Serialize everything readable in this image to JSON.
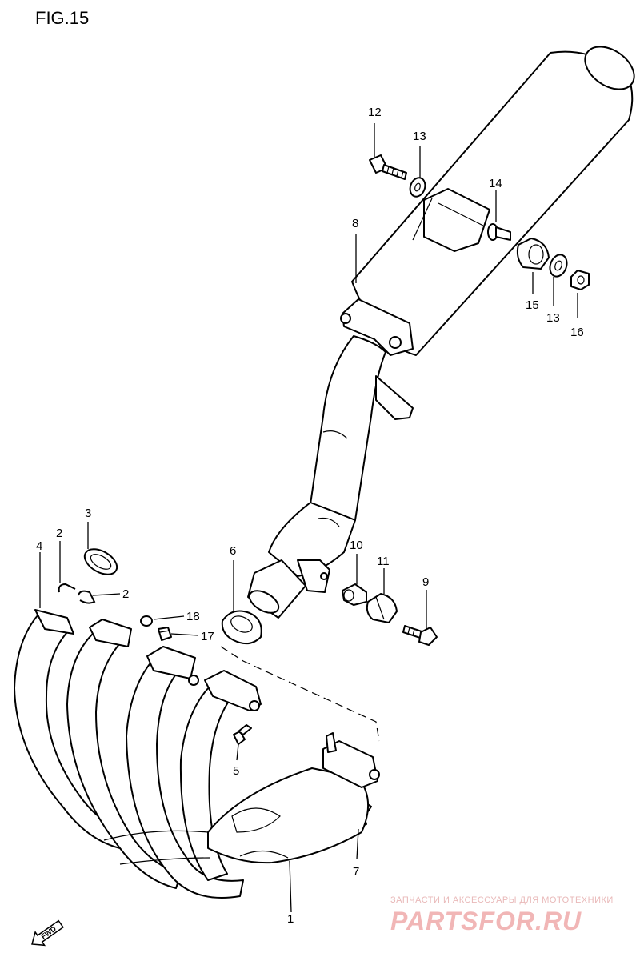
{
  "figure": {
    "title": "FIG.15"
  },
  "fwd_label": "FWD",
  "callouts": [
    {
      "id": "12a",
      "text": "12"
    },
    {
      "id": "13a",
      "text": "13"
    },
    {
      "id": "14",
      "text": "14"
    },
    {
      "id": "8",
      "text": "8"
    },
    {
      "id": "15",
      "text": "15"
    },
    {
      "id": "13b",
      "text": "13"
    },
    {
      "id": "16",
      "text": "16"
    },
    {
      "id": "3",
      "text": "3"
    },
    {
      "id": "2a",
      "text": "2"
    },
    {
      "id": "4",
      "text": "4"
    },
    {
      "id": "2b",
      "text": "2"
    },
    {
      "id": "6",
      "text": "6"
    },
    {
      "id": "18",
      "text": "18"
    },
    {
      "id": "17",
      "text": "17"
    },
    {
      "id": "10",
      "text": "10"
    },
    {
      "id": "11",
      "text": "11"
    },
    {
      "id": "9",
      "text": "9"
    },
    {
      "id": "5",
      "text": "5"
    },
    {
      "id": "7",
      "text": "7"
    },
    {
      "id": "1",
      "text": "1"
    }
  ],
  "watermark": {
    "tagline": "ЗАПЧАСТИ И АКСЕССУАРЫ ДЛЯ МОТОТЕХНИКИ",
    "brand": "PARTSFOR.RU",
    "color": "#e8a0a0"
  }
}
